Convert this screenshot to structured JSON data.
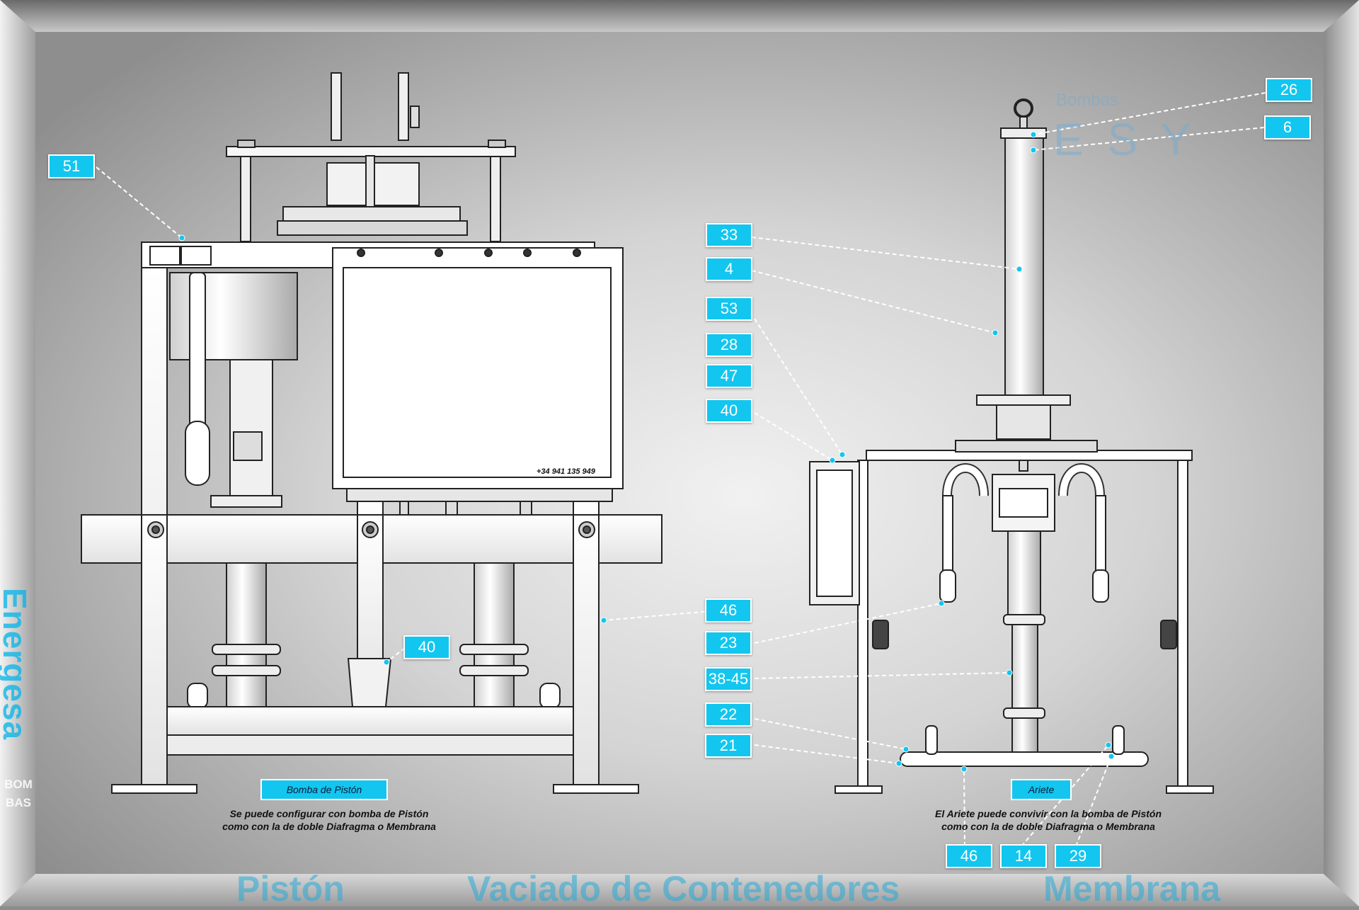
{
  "callouts_left": [
    {
      "id": "c51",
      "label": "51"
    },
    {
      "id": "c40a",
      "label": "40"
    }
  ],
  "callouts_right": [
    {
      "id": "c26",
      "label": "26"
    },
    {
      "id": "c6",
      "label": "6"
    },
    {
      "id": "c33",
      "label": "33"
    },
    {
      "id": "c4",
      "label": "4"
    },
    {
      "id": "c53",
      "label": "53"
    },
    {
      "id": "c28",
      "label": "28"
    },
    {
      "id": "c47",
      "label": "47"
    },
    {
      "id": "c40b",
      "label": "40"
    },
    {
      "id": "c46a",
      "label": "46"
    },
    {
      "id": "c23",
      "label": "23"
    },
    {
      "id": "c3845",
      "label": "38-45"
    },
    {
      "id": "c22",
      "label": "22"
    },
    {
      "id": "c21",
      "label": "21"
    },
    {
      "id": "c46b",
      "label": "46"
    },
    {
      "id": "c14",
      "label": "14"
    },
    {
      "id": "c29",
      "label": "29"
    }
  ],
  "piston_panel": {
    "tag": "Bomba de Pistón",
    "line1": "Se puede configurar con bomba de Pistón",
    "line2": "como con la de doble Diafragma o Membrana",
    "phone": "+34 941 135 949"
  },
  "ariete_panel": {
    "tag": "Ariete",
    "line1": "El Ariete puede convivir con la bomba de Pistón",
    "line2": "como con la de doble Diafragma o Membrana"
  },
  "brand": {
    "vertical": "Energesa",
    "small1": "BOM",
    "small2": "BAS",
    "watermark_top": "Bombas",
    "watermark_big": "E S Y"
  },
  "footer": {
    "left": "Pistón",
    "center": "Vaciado de Contenedores",
    "right": "Membrana"
  },
  "colors": {
    "callout_bg": "#12c6ef",
    "callout_text": "#ffffff",
    "leader": "#ffffff",
    "frame_light": "#e9e9e9",
    "panel_bg": "#b8b8b8"
  }
}
